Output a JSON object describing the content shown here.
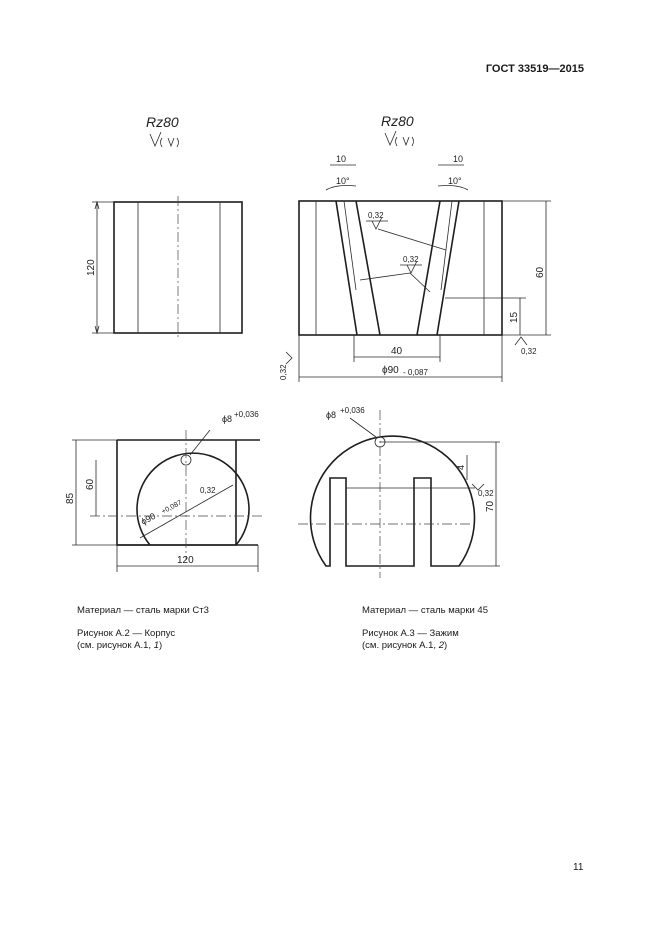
{
  "header": {
    "standard": "ГОСТ 33519—2015"
  },
  "fig_a2_top": {
    "roughness_label": "Rz80",
    "dim_height": "120"
  },
  "fig_a3_top": {
    "roughness_label": "Rz80",
    "dim_10_left": "10",
    "dim_10_right": "10",
    "angle_left": "10°",
    "angle_right": "10°",
    "rough_032_a": "0,32",
    "rough_032_b": "0,32",
    "dim_60": "60",
    "dim_15": "15",
    "rough_032_right": "0,32",
    "dim_40": "40",
    "rough_032_left": "0,32",
    "dim_dia90": "ϕ90",
    "tol_dia90": "- 0,087"
  },
  "fig_a2_bottom": {
    "dia8": "ϕ8",
    "tol_dia8": "+0,036",
    "dim_85": "85",
    "dim_60": "60",
    "rough_032": "0,32",
    "dia90": "ϕ90",
    "tol_dia90": "+0,087",
    "dim_120": "120"
  },
  "fig_a3_bottom": {
    "dia8": "ϕ8",
    "tol_dia8": "+0,036",
    "dim_4": "4",
    "rough_032": "0,32",
    "dim_70": "70"
  },
  "captions": {
    "material_a2": "Материал — сталь марки Ст3",
    "figure_a2_title": "Рисунок А.2 — Корпус",
    "figure_a2_ref_pre": "(см. рисунок А.1, ",
    "figure_a2_ref_num": "1",
    "figure_a2_ref_post": ")",
    "material_a3": "Материал — сталь марки 45",
    "figure_a3_title": "Рисунок А.3 — Зажим",
    "figure_a3_ref_pre": "(см. рисунок А.1, ",
    "figure_a3_ref_num": "2",
    "figure_a3_ref_post": ")"
  },
  "page": {
    "number": "11"
  }
}
